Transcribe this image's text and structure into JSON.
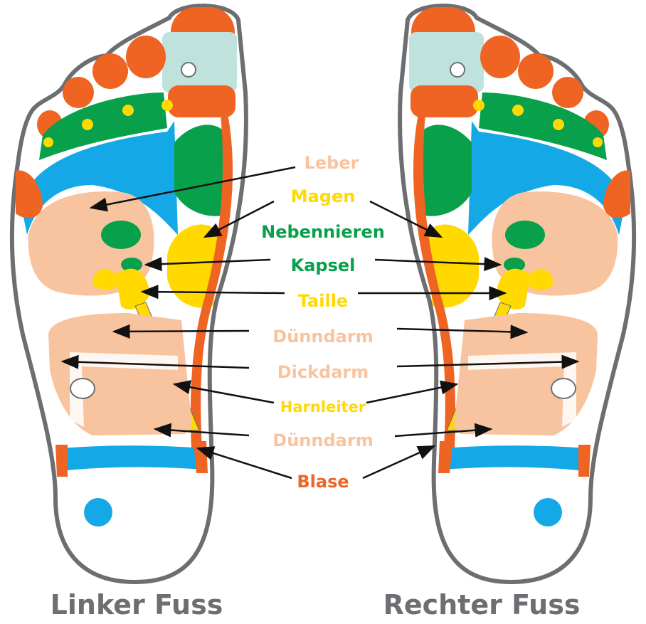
{
  "colors": {
    "outline": "#6d6e71",
    "orange": "#ef6423",
    "green": "#08a04b",
    "blue": "#14a9e6",
    "peach": "#f8c49f",
    "yellow": "#ffd900",
    "teal": "#bfe2dd"
  },
  "labels": [
    {
      "text": "Leber",
      "color": "#f8c49f"
    },
    {
      "text": "Magen",
      "color": "#ffd900"
    },
    {
      "text": "Nebennieren",
      "color": "#08a04b"
    },
    {
      "text": "Kapsel",
      "color": "#08a04b"
    },
    {
      "text": "Taille",
      "color": "#ffd900"
    },
    {
      "text": "Dünndarm",
      "color": "#f8c49f"
    },
    {
      "text": "Dickdarm",
      "color": "#f8c49f"
    },
    {
      "text": "Harnleiter",
      "color": "#ffd900"
    },
    {
      "text": "Dünndarm",
      "color": "#f8c49f"
    },
    {
      "text": "Blase",
      "color": "#ef6423"
    }
  ],
  "titles": {
    "left": "Linker Fuss",
    "right": "Rechter Fuss"
  }
}
